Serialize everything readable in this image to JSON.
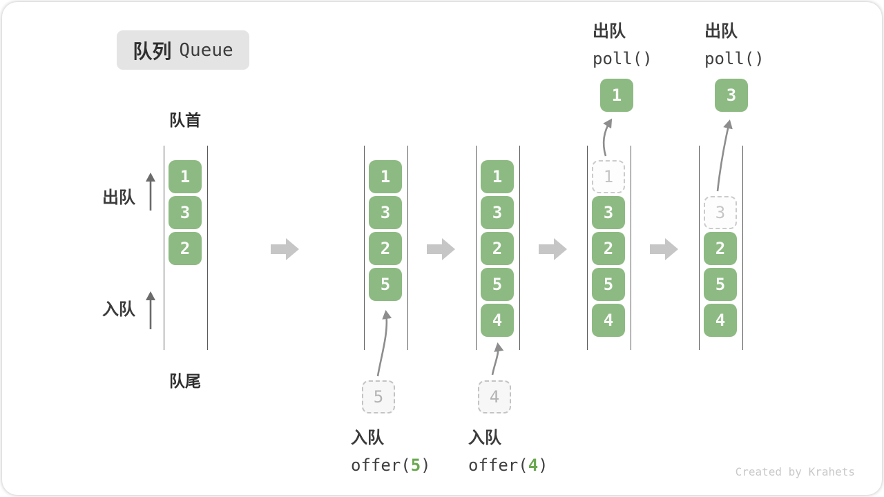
{
  "title": {
    "zh": "队列",
    "en": "Queue"
  },
  "labels": {
    "front": "队首",
    "rear": "队尾",
    "dequeue_side": "出队",
    "enqueue_side": "入队"
  },
  "colors": {
    "item_green": "#8dba82",
    "accent_green": "#6aa84f",
    "badge_bg": "#e4e4e4",
    "arrow_gray": "#8d8d8d",
    "block_arrow_gray": "#c6c6c6"
  },
  "queues": [
    {
      "name": "state-initial",
      "items": [
        "1",
        "3",
        "2"
      ]
    },
    {
      "name": "state-after-offer-5",
      "items": [
        "1",
        "3",
        "2",
        "5"
      ],
      "pending": "5",
      "operation": {
        "label": "入队",
        "fn_open": "offer(",
        "arg": "5",
        "fn_close": ")"
      }
    },
    {
      "name": "state-after-offer-4",
      "items": [
        "1",
        "3",
        "2",
        "5",
        "4"
      ],
      "pending": "4",
      "operation": {
        "label": "入队",
        "fn_open": "offer(",
        "arg": "4",
        "fn_close": ")"
      }
    },
    {
      "name": "state-poll-first",
      "ghost": "1",
      "items": [
        "3",
        "2",
        "5",
        "4"
      ],
      "operation": {
        "label": "出队",
        "fn": "poll()"
      },
      "result": "1"
    },
    {
      "name": "state-poll-second",
      "ghost": "3",
      "items": [
        "2",
        "5",
        "4"
      ],
      "operation": {
        "label": "出队",
        "fn": "poll()"
      },
      "result": "3"
    }
  ],
  "watermark": "Created by Krahets"
}
